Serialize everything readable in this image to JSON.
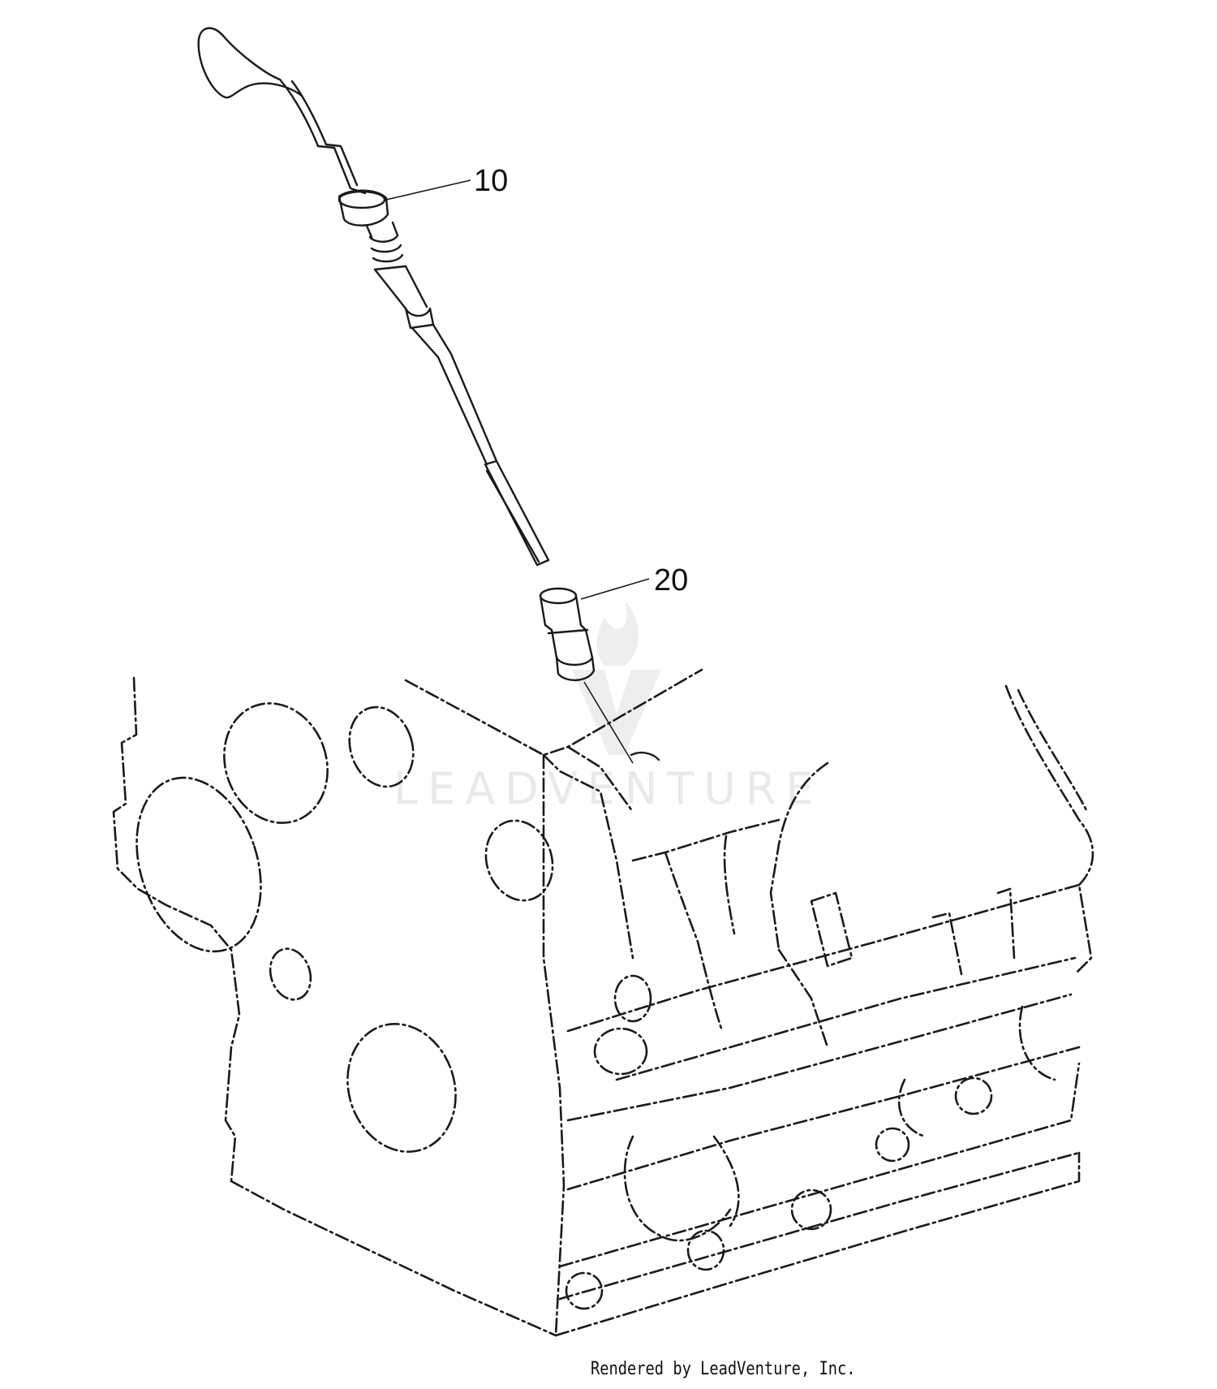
{
  "callouts": [
    {
      "label": "10"
    },
    {
      "label": "20"
    }
  ],
  "watermark": {
    "text": "LEADVENTURE"
  },
  "credit": {
    "text": "Rendered by LeadVenture, Inc."
  },
  "colors": {
    "line": "#1a1a1a",
    "watermark": "#e9e9e9",
    "background": "#ffffff"
  }
}
